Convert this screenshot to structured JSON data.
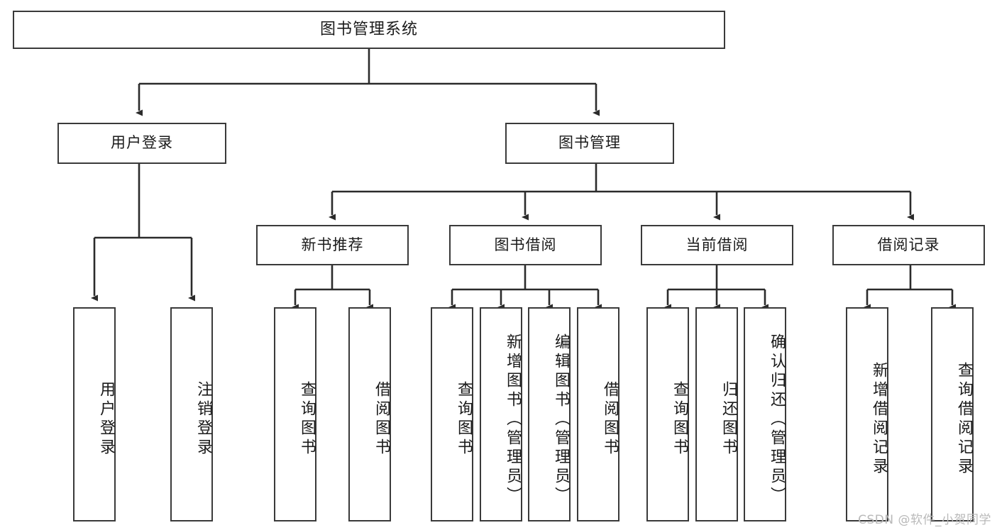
{
  "diagram": {
    "title": "图书管理系统",
    "watermark": "CSDN @软件_小贺同学",
    "colors": {
      "background": "#ffffff",
      "node_border": "#3a3a3a",
      "node_fill": "#ffffff",
      "edge": "#2b2b2b",
      "text": "#1a1a1a",
      "watermark": "#b9b9b9"
    },
    "root": {
      "label": "图书管理系统"
    },
    "level2": [
      {
        "id": "user-login",
        "label": "用户登录"
      },
      {
        "id": "book-management",
        "label": "图书管理"
      }
    ],
    "level3": [
      {
        "id": "new-book-recommend",
        "label": "新书推荐"
      },
      {
        "id": "book-borrow",
        "label": "图书借阅"
      },
      {
        "id": "current-borrow",
        "label": "当前借阅"
      },
      {
        "id": "borrow-record",
        "label": "借阅记录"
      }
    ],
    "leaves": {
      "user_login": [
        {
          "id": "leaf-user-login",
          "label": "用户登录"
        },
        {
          "id": "leaf-logout-login",
          "label": "注销登录"
        }
      ],
      "new_book_recommend": [
        {
          "id": "leaf-query-book-1",
          "label": "查询图书"
        },
        {
          "id": "leaf-borrow-book-1",
          "label": "借阅图书"
        }
      ],
      "book_borrow": [
        {
          "id": "leaf-query-book-2",
          "label": "查询图书"
        },
        {
          "id": "leaf-add-book",
          "label": "新增图书（管理员）"
        },
        {
          "id": "leaf-edit-book",
          "label": "编辑图书（管理员）"
        },
        {
          "id": "leaf-borrow-book-2",
          "label": "借阅图书"
        }
      ],
      "current_borrow": [
        {
          "id": "leaf-query-book-3",
          "label": "查询图书"
        },
        {
          "id": "leaf-return-book",
          "label": "归还图书"
        },
        {
          "id": "leaf-confirm-return",
          "label": "确认归还（管理员）"
        }
      ],
      "borrow_record": [
        {
          "id": "leaf-add-record",
          "label": "新增借阅记录"
        },
        {
          "id": "leaf-query-record",
          "label": "查询借阅记录"
        }
      ]
    }
  }
}
